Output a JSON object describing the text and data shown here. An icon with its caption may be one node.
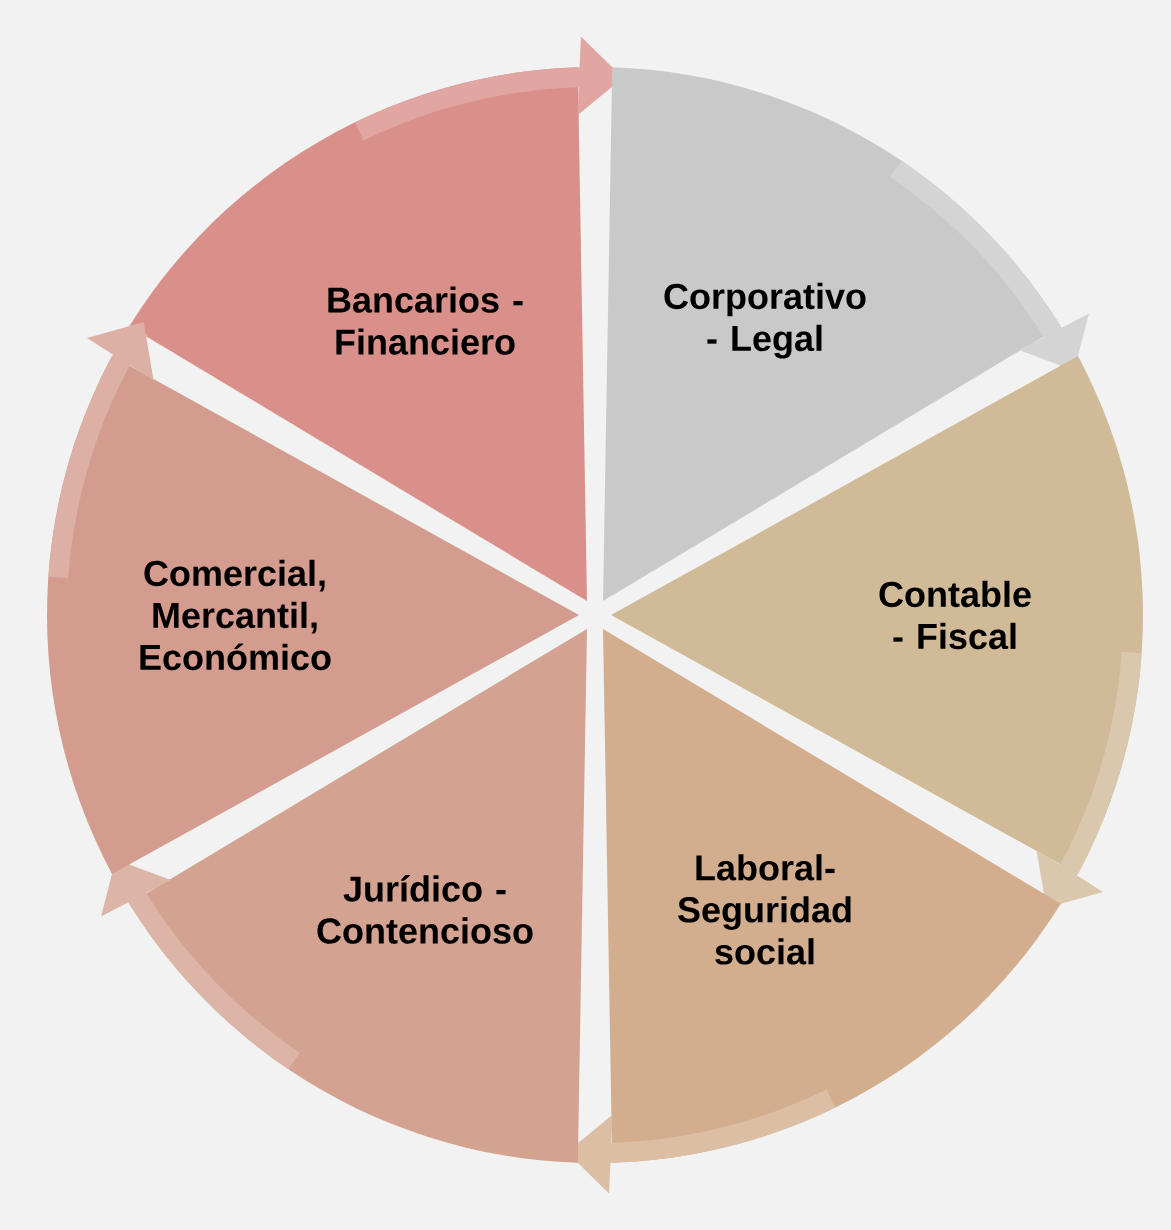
{
  "diagram": {
    "nodes": [
      {
        "text": [
          "Bancarios - Financiero"
        ]
      },
      {
        "text": [
          "Corporativo - Legal"
        ]
      },
      {
        "text": [
          "Contable - Fiscal"
        ]
      },
      {
        "text": [
          "Laboral- Seguridad social"
        ]
      },
      {
        "text": [
          "Jurídico - Contencioso"
        ]
      },
      {
        "text": [
          "Comercial, Mercantil, Económico"
        ]
      }
    ]
  }
}
